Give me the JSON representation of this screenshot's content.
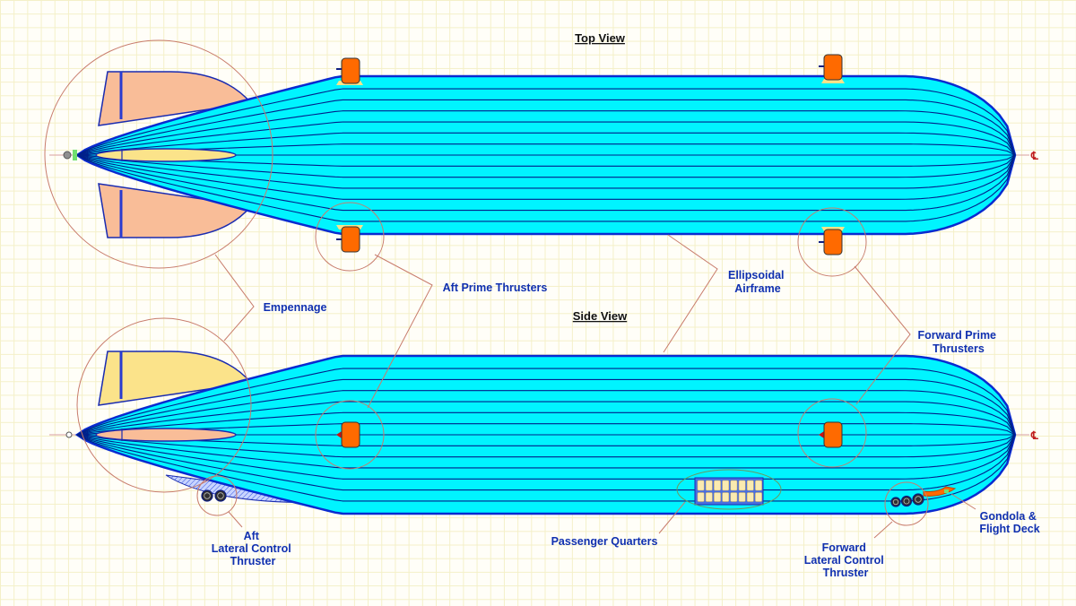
{
  "titles": {
    "top_view": "Top View",
    "side_view": "Side View"
  },
  "centerline_symbol": "℄",
  "callouts": {
    "empennage": [
      "Empennage"
    ],
    "aft_prime_thrusters": [
      "Aft Prime Thrusters"
    ],
    "ellipsoidal_airframe": [
      "Ellipsoidal",
      "Airframe"
    ],
    "forward_prime_thrusters": [
      "Forward Prime",
      "Thrusters"
    ],
    "aft_lateral_control_thruster": [
      "Aft",
      "Lateral Control",
      "Thruster"
    ],
    "passenger_quarters": [
      "Passenger Quarters"
    ],
    "forward_lateral_control_thruster": [
      "Forward",
      "Lateral Control",
      "Thruster"
    ],
    "gondola_flight_deck": [
      "Gondola &",
      "Flight Deck"
    ]
  },
  "colors": {
    "hull_fill": "#00f4ff",
    "hull_line": "#00208a",
    "hull_outline": "#0a2bd0",
    "fin_top_view": "#f9bd98",
    "fin_side_view": "#fbe38a",
    "thruster": "#ff6a00",
    "callout_text": "#1030b0",
    "leader_line": "#c87c6c",
    "gondola": "#ff6a00",
    "cabin_window": "#faeab0",
    "grid": "#f4f0c8"
  },
  "passenger_windows": {
    "rows": 2,
    "cols": 8
  }
}
